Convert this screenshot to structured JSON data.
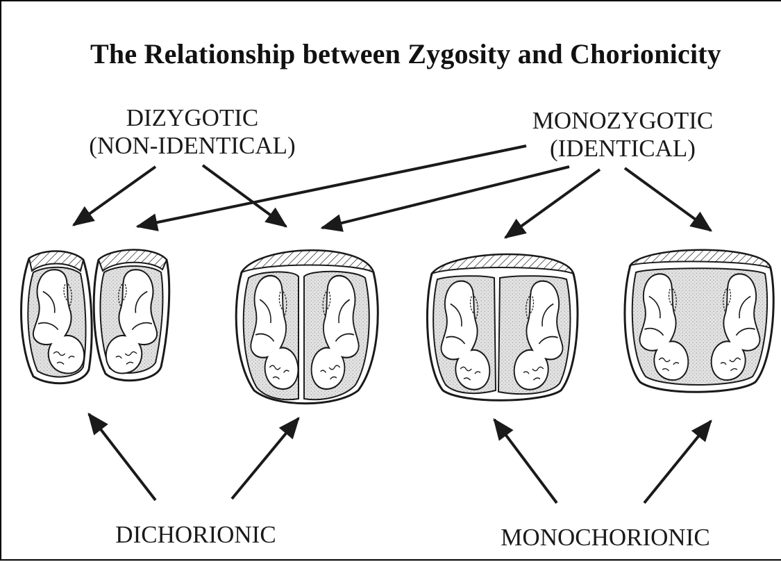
{
  "title": "The Relationship between Zygosity and Chorionicity",
  "labels": {
    "dizygotic": "DIZYGOTIC",
    "dizygotic_sub": "(NON-IDENTICAL)",
    "monozygotic": "MONOZYGOTIC",
    "monozygotic_sub": "(IDENTICAL)",
    "dichorionic": "DICHORIONIC",
    "monochorionic": "MONOCHORIONIC"
  },
  "colors": {
    "ink": "#1a1a1a",
    "shading": "#d9d9d9",
    "background": "#ffffff"
  }
}
